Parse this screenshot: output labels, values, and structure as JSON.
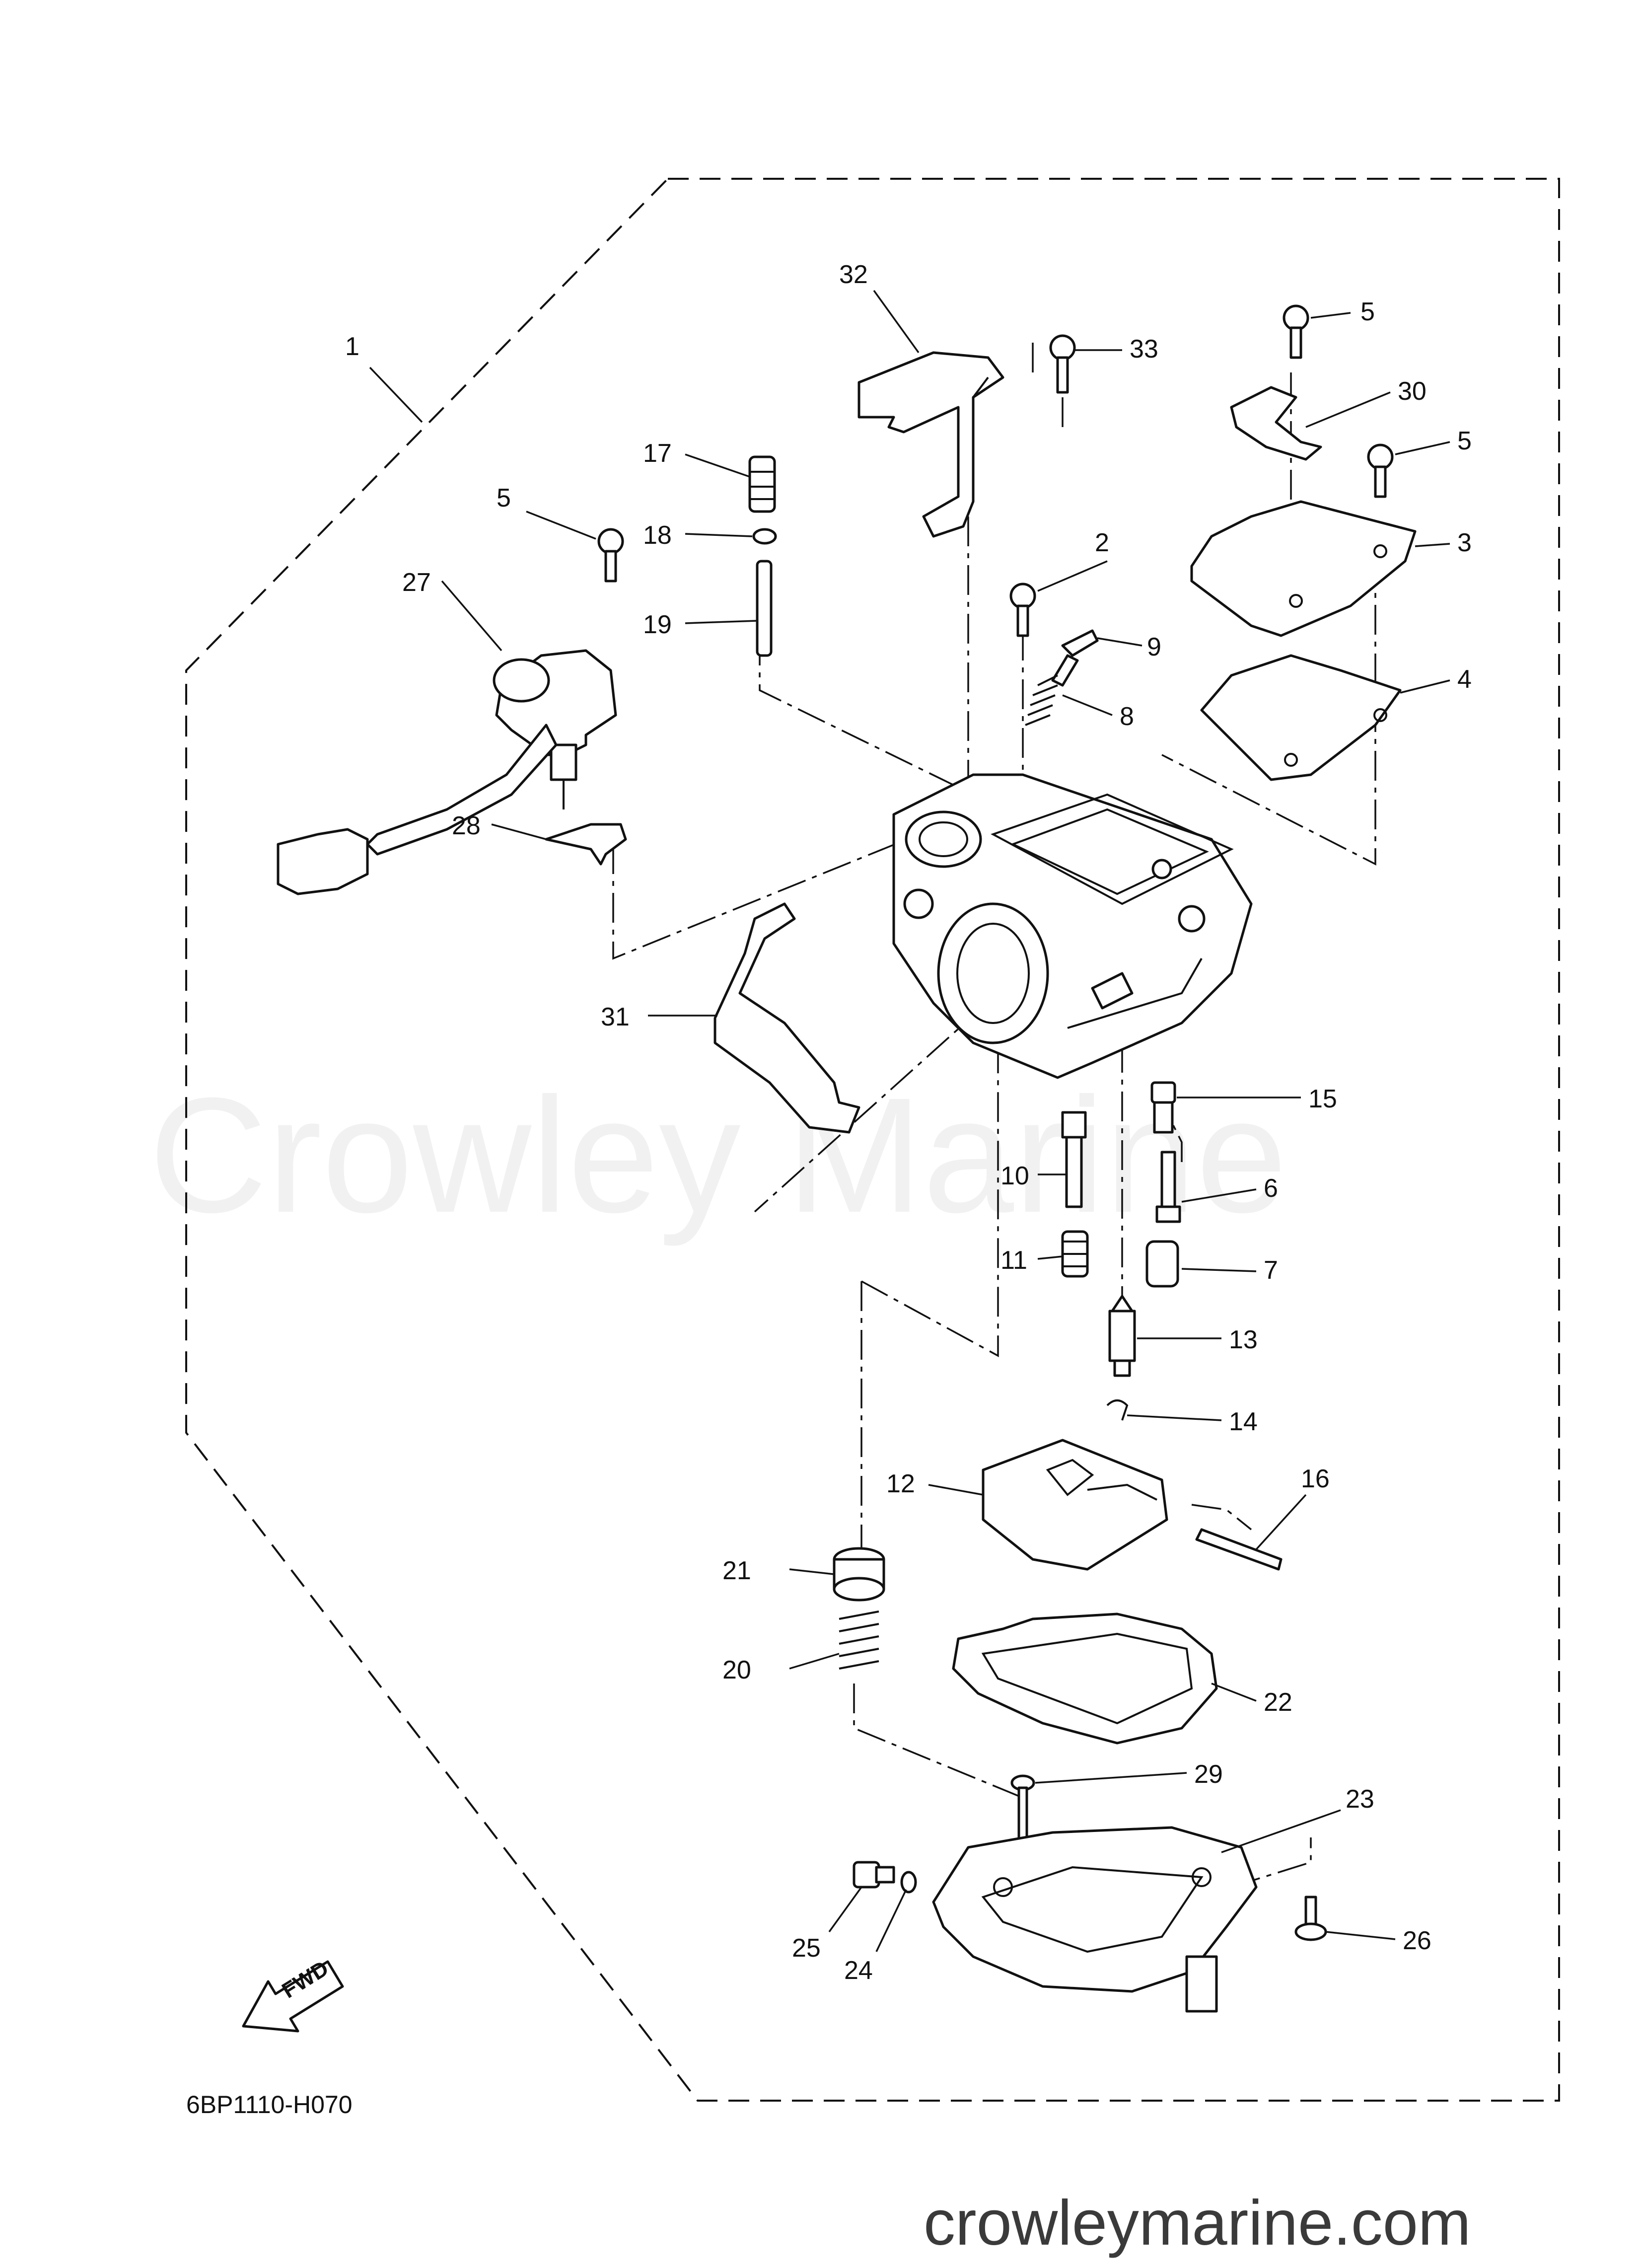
{
  "diagram": {
    "drawing_code": "6BP1110-H070",
    "watermark": "Crowley Marine",
    "website": "crowleymarine.com",
    "fwd_label": "FWD"
  },
  "callouts": {
    "c1": "1",
    "c2": "2",
    "c3": "3",
    "c4": "4",
    "c5a": "5",
    "c5b": "5",
    "c5c": "5",
    "c6": "6",
    "c7": "7",
    "c8": "8",
    "c9": "9",
    "c10": "10",
    "c11": "11",
    "c12": "12",
    "c13": "13",
    "c14": "14",
    "c15": "15",
    "c16": "16",
    "c17": "17",
    "c18": "18",
    "c19": "19",
    "c20": "20",
    "c21": "21",
    "c22": "22",
    "c23": "23",
    "c24": "24",
    "c25": "25",
    "c26": "26",
    "c27": "27",
    "c28": "28",
    "c29": "29",
    "c30": "30",
    "c31": "31",
    "c32": "32",
    "c33": "33"
  }
}
